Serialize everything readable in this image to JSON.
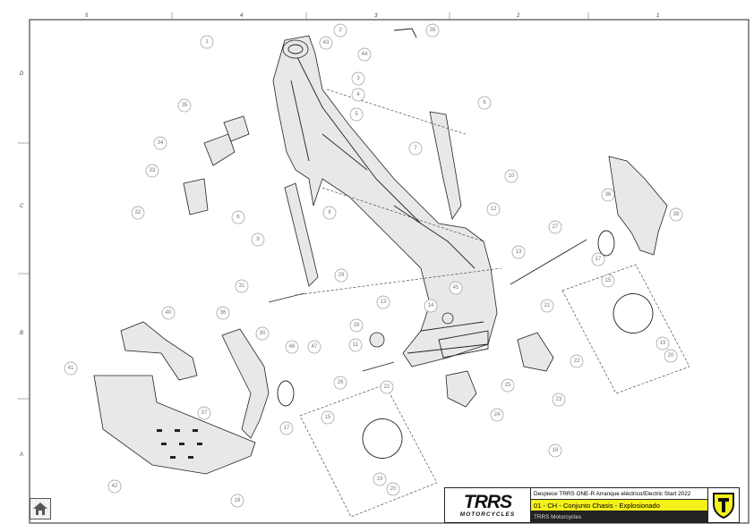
{
  "title_block": {
    "brand": "TRRS",
    "brand_sub": "MOTORCYCLES",
    "document_title": "Despiece TRRS ONE-R Arranque eléctrico/Electric Start 2022",
    "subtitle": "01 - CH - Conjunto Chasis - Explosionado",
    "company": "TRRS Motorcycles",
    "accent_color": "#f4f01a"
  },
  "grid": {
    "columns": [
      "5",
      "4",
      "3",
      "2",
      "1"
    ],
    "rows": [
      "D",
      "C",
      "B",
      "A"
    ]
  },
  "balloons": [
    "1",
    "2",
    "39",
    "43",
    "44",
    "3",
    "4",
    "5",
    "6",
    "35",
    "34",
    "7",
    "10",
    "33",
    "36",
    "38",
    "32",
    "6",
    "8",
    "12",
    "27",
    "9",
    "13",
    "17",
    "31",
    "29",
    "45",
    "15",
    "13",
    "40",
    "36",
    "21",
    "14",
    "30",
    "28",
    "46",
    "47",
    "11",
    "19",
    "20",
    "22",
    "41",
    "26",
    "25",
    "22",
    "23",
    "17",
    "37",
    "24",
    "15",
    "16",
    "42",
    "19",
    "20",
    "18"
  ],
  "home_button": {
    "icon": "home-icon"
  }
}
